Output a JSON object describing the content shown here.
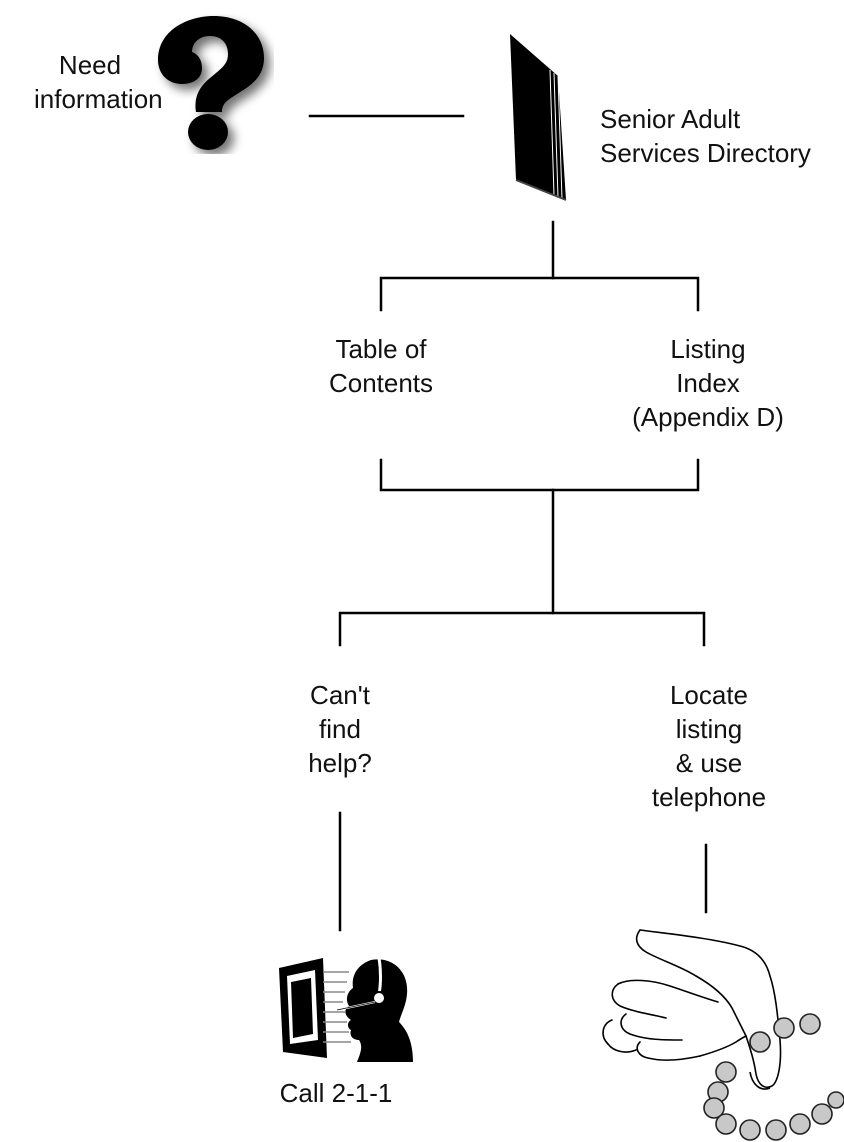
{
  "need_info": {
    "line1": "Need",
    "line2": "information"
  },
  "directory": {
    "line1": "Senior Adult",
    "line2": "Services Directory"
  },
  "toc": {
    "line1": "Table of",
    "line2": "Contents"
  },
  "index": {
    "line1": "Listing",
    "line2": "Index",
    "line3": "(Appendix D)"
  },
  "cant_find": {
    "line1": "Can't",
    "line2": "find",
    "line3": "help?"
  },
  "locate": {
    "line1": "Locate",
    "line2": "listing",
    "line3": "& use",
    "line4": "telephone"
  },
  "call": {
    "label": "Call 2-1-1"
  },
  "icons": {
    "question": "question-mark-icon",
    "book": "book-icon",
    "operator": "headset-operator-icon",
    "phone_hand": "hand-dialing-phone-icon"
  }
}
